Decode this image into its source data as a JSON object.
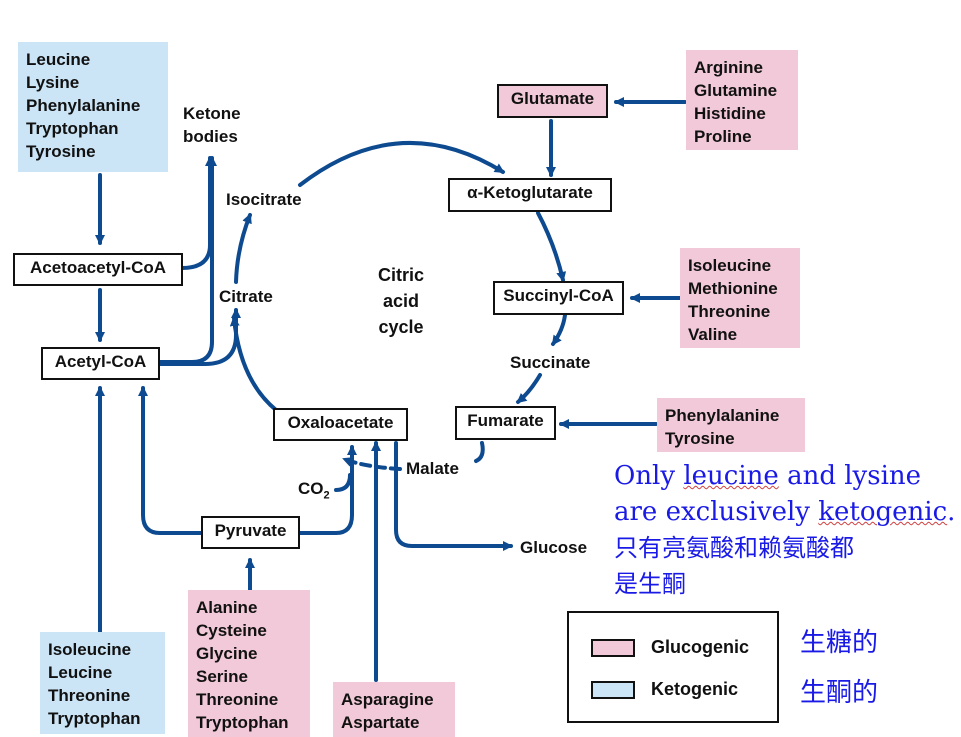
{
  "colors": {
    "arrow": "#0d4a8f",
    "glucogenic": "#f2c9d8",
    "ketogenic": "#cbe5f7",
    "note": "#1a1ae6"
  },
  "nodes": {
    "acetoacetyl_coa": "Acetoacetyl-CoA",
    "acetyl_coa": "Acetyl-CoA",
    "glutamate": "Glutamate",
    "alpha_ketoglutarate": "α-Ketoglutarate",
    "succinyl_coa": "Succinyl-CoA",
    "fumarate": "Fumarate",
    "oxaloacetate": "Oxaloacetate",
    "pyruvate": "Pyruvate"
  },
  "labels": {
    "ketone_bodies": [
      "Ketone",
      "bodies"
    ],
    "isocitrate": "Isocitrate",
    "citrate": "Citrate",
    "citric_acid_cycle": [
      "Citric",
      "acid",
      "cycle"
    ],
    "succinate": "Succinate",
    "malate": "Malate",
    "co2": "CO",
    "co2_sub": "2",
    "glucose": "Glucose"
  },
  "amino_acid_groups": {
    "top_left_ketogenic": [
      "Leucine",
      "Lysine",
      "Phenylalanine",
      "Tryptophan",
      "Tyrosine"
    ],
    "bottom_left_ketogenic": [
      "Isoleucine",
      "Leucine",
      "Threonine",
      "Tryptophan"
    ],
    "glutamate_glucogenic": [
      "Arginine",
      "Glutamine",
      "Histidine",
      "Proline"
    ],
    "succinyl_glucogenic": [
      "Isoleucine",
      "Methionine",
      "Threonine",
      "Valine"
    ],
    "fumarate_glucogenic": [
      "Phenylalanine",
      "Tyrosine"
    ],
    "pyruvate_glucogenic": [
      "Alanine",
      "Cysteine",
      "Glycine",
      "Serine",
      "Threonine",
      "Tryptophan"
    ],
    "oxaloacetate_glucogenic": [
      "Asparagine",
      "Aspartate"
    ]
  },
  "note": {
    "line1_a": "Only ",
    "line1_u1": "leucine",
    "line1_b": " and lysine",
    "line2_a": "are exclusively ",
    "line2_u": "ketogenic",
    "line2_b": ".",
    "line3": "只有亮氨酸和赖氨酸都",
    "line4": "是生酮"
  },
  "legend": {
    "glucogenic": "Glucogenic",
    "ketogenic": "Ketogenic",
    "glucogenic_cn": "生糖的",
    "ketogenic_cn": "生酮的"
  }
}
